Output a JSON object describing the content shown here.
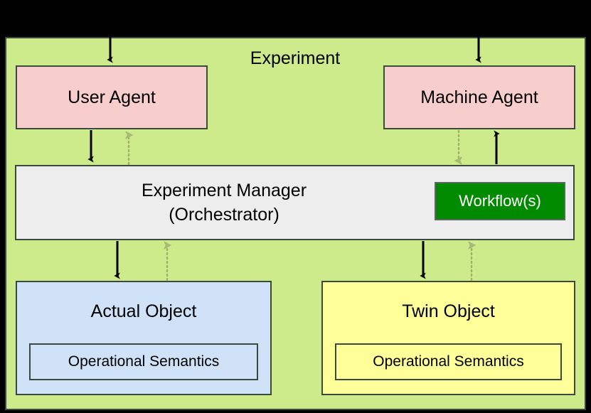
{
  "diagram": {
    "title": "Experiment",
    "panel_color": "#cdeb8b",
    "border_color": "#3a4a3f",
    "background": "#000000"
  },
  "nodes": {
    "user_agent": {
      "label": "User Agent",
      "color": "#f8cecc"
    },
    "machine_agent": {
      "label": "Machine Agent",
      "color": "#f8cecc"
    },
    "manager": {
      "label_line1": "Experiment Manager",
      "label_line2": "(Orchestrator)",
      "color": "#ededed",
      "workflow": {
        "label": "Workflow(s)",
        "color": "#008a00",
        "text_color": "#ffffff"
      }
    },
    "actual_object": {
      "label": "Actual Object",
      "color": "#cfe2f8",
      "semantics": "Operational Semantics"
    },
    "twin_object": {
      "label": "Twin Object",
      "color": "#ffff99",
      "semantics": "Operational Semantics"
    }
  },
  "edges": [
    {
      "name": "external-to-user-agent",
      "style": "solid",
      "color": "#000000",
      "direction": "down"
    },
    {
      "name": "external-to-machine-agent",
      "style": "solid",
      "color": "#000000",
      "direction": "down"
    },
    {
      "name": "user-agent-to-manager",
      "style": "solid",
      "color": "#000000",
      "direction": "down"
    },
    {
      "name": "manager-to-user-agent",
      "style": "dotted",
      "color": "#9fb06a",
      "direction": "up"
    },
    {
      "name": "manager-to-machine-agent",
      "style": "dotted",
      "color": "#9fb06a",
      "direction": "down"
    },
    {
      "name": "machine-agent-to-manager",
      "style": "solid",
      "color": "#000000",
      "direction": "up"
    },
    {
      "name": "manager-to-actual-object",
      "style": "solid",
      "color": "#000000",
      "direction": "down"
    },
    {
      "name": "actual-object-to-manager",
      "style": "dotted",
      "color": "#9fb06a",
      "direction": "up"
    },
    {
      "name": "manager-to-twin-object",
      "style": "solid",
      "color": "#000000",
      "direction": "down"
    },
    {
      "name": "twin-object-to-manager",
      "style": "dotted",
      "color": "#9fb06a",
      "direction": "up"
    }
  ]
}
